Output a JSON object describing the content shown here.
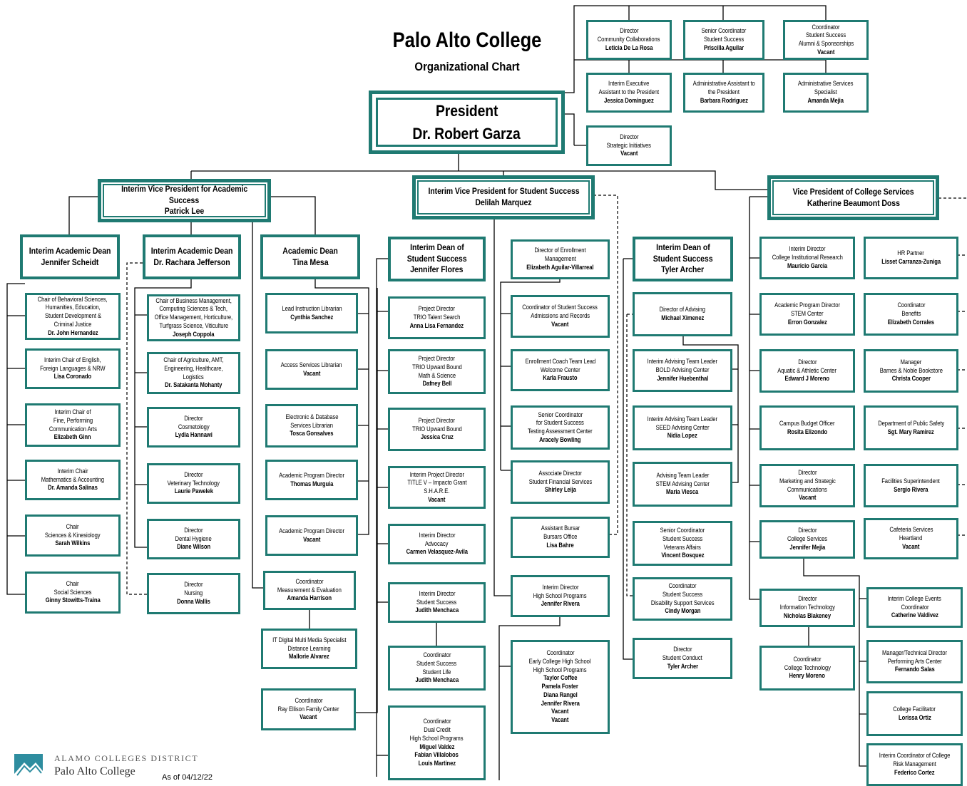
{
  "header": {
    "title": "Palo Alto College",
    "subtitle": "Organizational Chart"
  },
  "footer": {
    "district": "ALAMO COLLEGES DISTRICT",
    "college": "Palo Alto College",
    "as_of": "As of 04/12/22"
  },
  "colors": {
    "box_border": "#1f7a72",
    "line": "#000000"
  },
  "boxes": [
    {
      "id": "president",
      "lines": [
        "President",
        "Dr. Robert Garza"
      ]
    },
    {
      "id": "dir-community",
      "lines": [
        "Director",
        "Community Collaborations",
        "Leticia De La Rosa"
      ]
    },
    {
      "id": "senior-coord-ss",
      "lines": [
        "Senior Coordinator",
        "Student Success",
        "Priscilla Aguilar"
      ]
    },
    {
      "id": "coord-alumni",
      "lines": [
        "Coordinator",
        "Student Success",
        "Alumni & Sponsorships",
        "Vacant"
      ]
    },
    {
      "id": "interim-exec-asst",
      "lines": [
        "Interim Executive",
        "Assistant to the President",
        "Jessica Dominguez"
      ]
    },
    {
      "id": "admin-asst",
      "lines": [
        "Administrative Assistant to",
        "the President",
        "Barbara Rodriguez"
      ]
    },
    {
      "id": "admin-services",
      "lines": [
        "Administrative Services",
        "Specialist",
        "Amanda Mejia"
      ]
    },
    {
      "id": "dir-strategic",
      "lines": [
        "Director",
        "Strategic Initiatives",
        "Vacant"
      ]
    },
    {
      "id": "vp-academic",
      "lines": [
        "Interim Vice President for Academic",
        "Success",
        "Patrick Lee"
      ]
    },
    {
      "id": "vp-student",
      "lines": [
        "Interim Vice President for Student Success",
        "Delilah Marquez"
      ]
    },
    {
      "id": "vp-college",
      "lines": [
        "Vice President of College Services",
        "Katherine Beaumont Doss"
      ]
    },
    {
      "id": "dean-scheidt",
      "lines": [
        "Interim Academic Dean",
        "Jennifer Scheidt"
      ]
    },
    {
      "id": "dean-jefferson",
      "lines": [
        "Interim Academic Dean",
        "Dr. Rachara Jefferson"
      ]
    },
    {
      "id": "dean-mesa",
      "lines": [
        "Academic Dean",
        "Tina Mesa"
      ]
    },
    {
      "id": "dean-flores",
      "lines": [
        "Interim Dean of",
        "Student Success",
        "Jennifer Flores"
      ]
    },
    {
      "id": "dir-enrollment",
      "lines": [
        "Director of Enrollment",
        "Management",
        "Elizabeth Aguilar-Villarreal"
      ]
    },
    {
      "id": "dean-archer",
      "lines": [
        "Interim Dean of",
        "Student Success",
        "Tyler Archer"
      ]
    },
    {
      "id": "dir-research",
      "lines": [
        "Interim Director",
        "College Institutional Research",
        "Mauricio Garcia"
      ]
    },
    {
      "id": "hr-partner",
      "lines": [
        "HR Partner",
        "Lisset Carranza-Zuniga"
      ]
    },
    {
      "id": "chair-behavioral",
      "lines": [
        "Chair of Behavioral Sciences,",
        "Humanities, Education,",
        "Student Development &",
        "Criminal Justice",
        "Dr. John Hernandez"
      ]
    },
    {
      "id": "chair-english",
      "lines": [
        "Interim Chair of English,",
        "Foreign Languages & NRW",
        "Lisa Coronado"
      ]
    },
    {
      "id": "chair-fine-arts",
      "lines": [
        "Interim Chair of",
        "Fine, Performing",
        "Communication Arts",
        "Elizabeth Ginn"
      ]
    },
    {
      "id": "chair-math",
      "lines": [
        "Interim Chair",
        "Mathematics & Accounting",
        "Dr. Amanda Salinas"
      ]
    },
    {
      "id": "chair-sciences",
      "lines": [
        "Chair",
        "Sciences & Kinesiology",
        "Sarah Wilkins"
      ]
    },
    {
      "id": "chair-social",
      "lines": [
        "Chair",
        "Social Sciences",
        "Ginny Stowitts-Traina"
      ]
    },
    {
      "id": "chair-business",
      "lines": [
        "Chair of Business Management,",
        "Computing Sciences & Tech,",
        "Office Management, Horticulture,",
        "Turfgrass Science, Viticulture",
        "Joseph Coppola"
      ]
    },
    {
      "id": "chair-agriculture",
      "lines": [
        "Chair of Agriculture, AMT,",
        "Engineering, Healthcare,",
        "Logistics",
        "Dr. Satakanta Mohanty"
      ]
    },
    {
      "id": "dir-cosmetology",
      "lines": [
        "Director",
        "Cosmetology",
        "Lydia Hannawi"
      ]
    },
    {
      "id": "dir-vet",
      "lines": [
        "Director",
        "Veterinary Technology",
        "Laurie Pawelek"
      ]
    },
    {
      "id": "dir-dental",
      "lines": [
        "Director",
        "Dental Hygiene",
        "Diane Wilson"
      ]
    },
    {
      "id": "dir-nursing",
      "lines": [
        "Director",
        "Nursing",
        "Donna Wallis"
      ]
    },
    {
      "id": "lead-librarian",
      "lines": [
        "Lead Instruction Librarian",
        "Cynthia Sanchez"
      ]
    },
    {
      "id": "access-librarian",
      "lines": [
        "Access Services Librarian",
        "Vacant"
      ]
    },
    {
      "id": "electronic-librarian",
      "lines": [
        "Electronic & Database",
        "Services Librarian",
        "Tosca Gonsalves"
      ]
    },
    {
      "id": "apd-murguia",
      "lines": [
        "Academic Program Director",
        "Thomas Murguia"
      ]
    },
    {
      "id": "apd-vacant",
      "lines": [
        "Academic Program Director",
        "Vacant"
      ]
    },
    {
      "id": "coord-measurement",
      "lines": [
        "Coordinator",
        "Measurement & Evaluation",
        "Amanda Harrison"
      ]
    },
    {
      "id": "it-digital",
      "lines": [
        "IT Digital Multi Media Specialist",
        "Distance Learning",
        "Mallorie Alvarez"
      ]
    },
    {
      "id": "coord-ray-ellison",
      "lines": [
        "Coordinator",
        "Ray Ellison Family Center",
        "Vacant"
      ]
    },
    {
      "id": "trio-talent",
      "lines": [
        "Project Director",
        "TRIO Talent Search",
        "Anna Lisa Fernandez"
      ]
    },
    {
      "id": "trio-math",
      "lines": [
        "Project Director",
        "TRIO Upward Bound",
        "Math & Science",
        "Dafney Bell"
      ]
    },
    {
      "id": "trio-ub",
      "lines": [
        "Project Director",
        "TRIO Upward Bound",
        "Jessica Cruz"
      ]
    },
    {
      "id": "title-v",
      "lines": [
        "Interim Project Director",
        "TITLE V – Impacto Grant",
        "S.H.A.R.E.",
        "Vacant"
      ]
    },
    {
      "id": "dir-advocacy",
      "lines": [
        "Interim Director",
        "Advocacy",
        "Carmen Velasquez-Avila"
      ]
    },
    {
      "id": "dir-ss-menchaca",
      "lines": [
        "Interim Director",
        "Student Success",
        "Judith Menchaca"
      ]
    },
    {
      "id": "coord-student-life",
      "lines": [
        "Coordinator",
        "Student Success",
        "Student Life",
        "Judith Menchaca"
      ]
    },
    {
      "id": "coord-dual-credit",
      "lines": [
        "Coordinator",
        "Dual Credit",
        "High School Programs",
        "Miguel Valdez",
        "Fabian Villalobos",
        "Louis Martinez"
      ]
    },
    {
      "id": "coord-admissions",
      "lines": [
        "Coordinator of Student Success",
        "Admissions and Records",
        "Vacant"
      ]
    },
    {
      "id": "enrollment-coach",
      "lines": [
        "Enrollment Coach Team Lead",
        "Welcome Center",
        "Karla Frausto"
      ]
    },
    {
      "id": "senior-coord-testing",
      "lines": [
        "Senior Coordinator",
        "for Student Success",
        "Testing Assessment Center",
        "Aracely Bowling"
      ]
    },
    {
      "id": "assoc-dir-finaid",
      "lines": [
        "Associate Director",
        "Student Financial Services",
        "Shirley Leija"
      ]
    },
    {
      "id": "asst-bursar",
      "lines": [
        "Assistant Bursar",
        "Bursars Office",
        "Lisa Bahre"
      ]
    },
    {
      "id": "dir-high-school",
      "lines": [
        "Interim Director",
        "High School Programs",
        "Jennifer Rivera"
      ]
    },
    {
      "id": "coord-early-college",
      "lines": [
        "Coordinator",
        "Early College High School",
        "High School Programs",
        "Taylor Coffee",
        "Pamela Foster",
        "Diana Rangel",
        "Jennifer Rivera",
        "Vacant",
        "Vacant"
      ]
    },
    {
      "id": "dir-advising",
      "lines": [
        "Director of Advising",
        "Michael Ximenez"
      ]
    },
    {
      "id": "bold-advising",
      "lines": [
        "Interim Advising Team Leader",
        "BOLD Advising Center",
        "Jennifer Huebenthal"
      ]
    },
    {
      "id": "seed-advising",
      "lines": [
        "Interim Advising Team Leader",
        "SEED Advising Center",
        "Nidia Lopez"
      ]
    },
    {
      "id": "stem-advising",
      "lines": [
        "Advising Team Leader",
        "STEM Advising Center",
        "Maria Viesca"
      ]
    },
    {
      "id": "veterans",
      "lines": [
        "Senior Coordinator",
        "Student Success",
        "Veterans Affairs",
        "Vincent Bosquez"
      ]
    },
    {
      "id": "disability",
      "lines": [
        "Coordinator",
        "Student Success",
        "Disability Support Services",
        "Cindy Morgan"
      ]
    },
    {
      "id": "student-conduct",
      "lines": [
        "Director",
        "Student Conduct",
        "Tyler Archer"
      ]
    },
    {
      "id": "stem-center",
      "lines": [
        "Academic Program Director",
        "STEM Center",
        "Erron Gonzalez"
      ]
    },
    {
      "id": "benefits",
      "lines": [
        "Coordinator",
        "Benefits",
        "Elizabeth Corrales"
      ]
    },
    {
      "id": "aquatic",
      "lines": [
        "Director",
        "Aquatic & Athletic Center",
        "Edward J Moreno"
      ]
    },
    {
      "id": "bookstore",
      "lines": [
        "Manager",
        "Barnes & Noble Bookstore",
        "Christa Cooper"
      ]
    },
    {
      "id": "budget",
      "lines": [
        "Campus Budget Officer",
        "Rosita Elizondo"
      ]
    },
    {
      "id": "public-safety",
      "lines": [
        "Department of Public Safety",
        "Sgt. Mary Ramirez"
      ]
    },
    {
      "id": "marketing",
      "lines": [
        "Director",
        "Marketing and Strategic",
        "Communications",
        "Vacant"
      ]
    },
    {
      "id": "facilities",
      "lines": [
        "Facilities Superintendent",
        "Sergio Rivera"
      ]
    },
    {
      "id": "college-services",
      "lines": [
        "Director",
        "College Services",
        "Jennifer Mejia"
      ]
    },
    {
      "id": "cafeteria",
      "lines": [
        "Cafeteria Services",
        "Heartland",
        "Vacant"
      ]
    },
    {
      "id": "it-director",
      "lines": [
        "Director",
        "Information Technology",
        "Nicholas Blakeney"
      ]
    },
    {
      "id": "college-events",
      "lines": [
        "Interim College Events",
        "Coordinator",
        "Catherine Valdivez"
      ]
    },
    {
      "id": "college-tech",
      "lines": [
        "Coordinator",
        "College Technology",
        "Henry Moreno"
      ]
    },
    {
      "id": "performing-arts",
      "lines": [
        "Manager/Technical Director",
        "Performing Arts Center",
        "Fernando Salas"
      ]
    },
    {
      "id": "facilitator",
      "lines": [
        "College Facilitator",
        "Lorissa Ortiz"
      ]
    },
    {
      "id": "risk-mgmt",
      "lines": [
        "Interim Coordinator of College",
        "Risk Management",
        "Federico Cortez"
      ]
    }
  ]
}
